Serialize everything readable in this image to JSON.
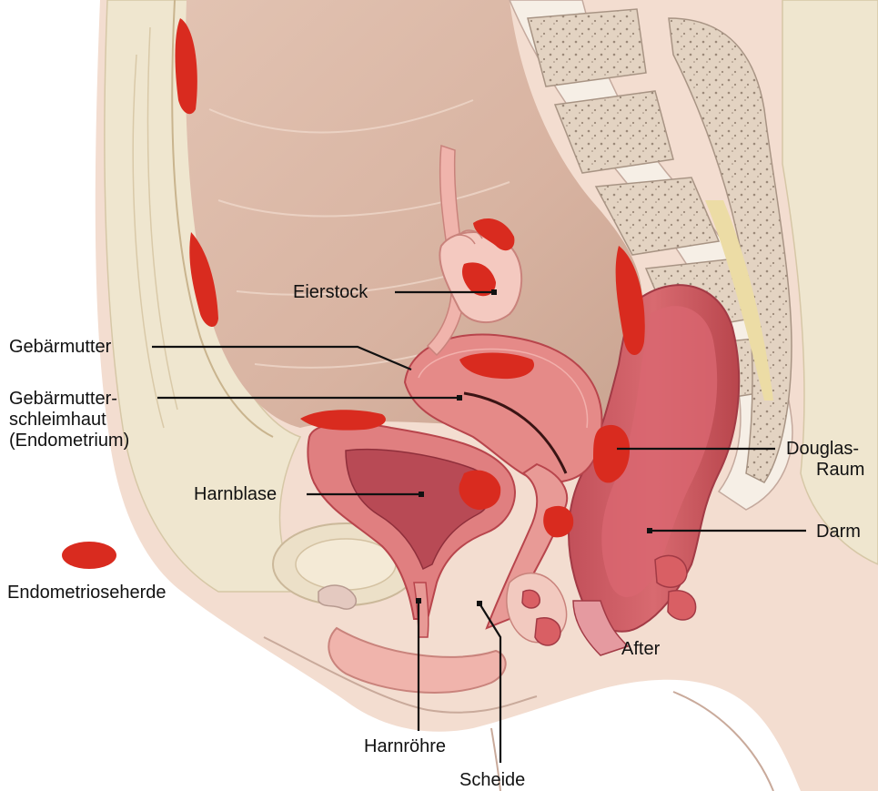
{
  "labels": {
    "eierstock": "Eierstock",
    "gebaermutter": "Gebärmutter",
    "schleimhaut_line1": "Gebärmutter-",
    "schleimhaut_line2": "schleimhaut",
    "schleimhaut_line3": "(Endometrium)",
    "harnblase": "Harnblase",
    "douglas_line1": "Douglas-",
    "douglas_line2": "Raum",
    "darm": "Darm",
    "after": "After",
    "harnroehre": "Harnröhre",
    "scheide": "Scheide",
    "legend": "Endometrioseherde"
  },
  "colors": {
    "endometriosis": "#d92b1f",
    "skin": "#f3ddd0",
    "bone": "#e6d8c9",
    "fat": "#efe6cf",
    "cavity": "#ddbba8",
    "organ": "#e58a88",
    "organ_dark": "#b8454c",
    "ink": "#111111"
  }
}
